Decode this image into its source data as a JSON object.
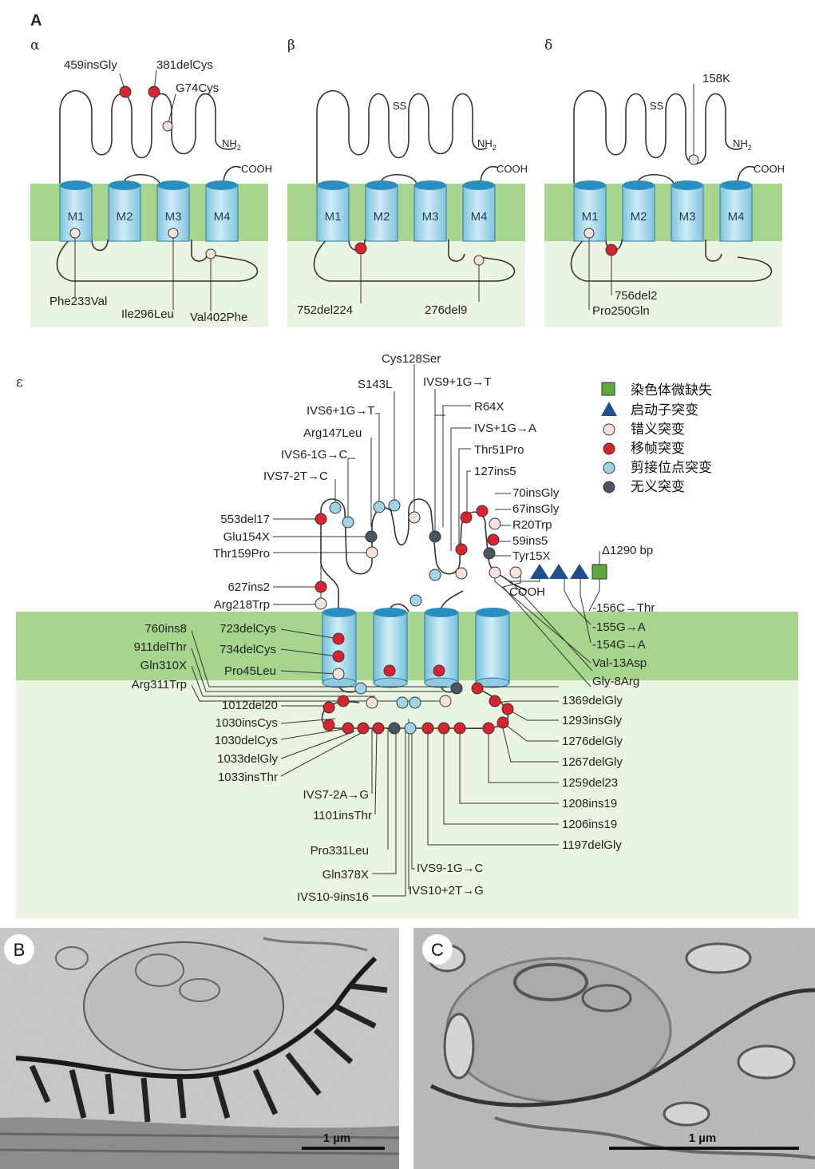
{
  "panel_A": {
    "label": "A",
    "alpha": {
      "greek": "α",
      "helices": [
        "M1",
        "M2",
        "M3",
        "M4"
      ],
      "nh2": "NH",
      "nh2_sub": "2",
      "cooh": "COOH",
      "mutations": [
        "459insGly",
        "381delCys",
        "G74Cys",
        "Phe233Val",
        "Ile296Leu",
        "Val402Phe"
      ]
    },
    "beta": {
      "greek": "β",
      "helices": [
        "M1",
        "M2",
        "M3",
        "M4"
      ],
      "ss": "SS",
      "nh2": "NH",
      "nh2_sub": "2",
      "cooh": "COOH",
      "mutations": [
        "752del224",
        "276del9"
      ]
    },
    "delta": {
      "greek": "δ",
      "helices": [
        "M1",
        "M2",
        "M3",
        "M4"
      ],
      "ss": "SS",
      "nh2": "NH",
      "nh2_sub": "2",
      "cooh": "COOH",
      "mutations": [
        "158K",
        "756del2",
        "Pro250Gln"
      ]
    }
  },
  "epsilon": {
    "greek": "ε",
    "cooh": "COOH",
    "labels_top": [
      "Cys128Ser",
      "S143L",
      "IVS9+1G→T",
      "R64X",
      "IVS6+1G→T",
      "IVS+1G→A",
      "Arg147Leu",
      "Thr51Pro",
      "IVS6-1G→C",
      "127ins5",
      "IVS7-2T→C",
      "70insGly",
      "67insGly",
      "R20Trp",
      "59ins5",
      "Tyr15X"
    ],
    "labels_left": [
      "553del17",
      "Glu154X",
      "Thr159Pro",
      "627ins2",
      "Arg218Trp",
      "760ins8",
      "911delThr",
      "Gln310X",
      "Arg311Trp",
      "723delCys",
      "734delCys",
      "Pro45Leu"
    ],
    "labels_left_bottom": [
      "1012del20",
      "1030insCys",
      "1030delCys",
      "1033delGly",
      "1033insThr",
      "IVS7-2A→G",
      "1101insThr",
      "Pro331Leu",
      "Gln378X",
      "IVS10-9ins16"
    ],
    "labels_right": [
      "-156C→Thr",
      "-155G→A",
      "-154G→A",
      "Val-13Asp",
      "Gly-8Arg",
      "1369delGly",
      "1293insGly",
      "1276delGly",
      "1267delGly",
      "1259del23",
      "1208ins19",
      "1206ins19",
      "1197delGly"
    ],
    "labels_bottom_mid": [
      "IVS9-1G→C",
      "IVS10+2T→G"
    ],
    "deletion_label": "Δ1290 bp"
  },
  "legend": {
    "items": [
      {
        "label": "染色体微缺失",
        "shape": "square",
        "color": "#5aaa3c"
      },
      {
        "label": "启动子突变",
        "shape": "triangle",
        "color": "#1f4e8c"
      },
      {
        "label": "错义突变",
        "shape": "circle",
        "color": "#f6e2d8"
      },
      {
        "label": "移帧突变",
        "shape": "circle",
        "color": "#d9232e"
      },
      {
        "label": "剪接位点突变",
        "shape": "circle",
        "color": "#9fd3e6"
      },
      {
        "label": "无义突变",
        "shape": "circle",
        "color": "#4a5560"
      }
    ]
  },
  "micrographs": {
    "B": {
      "label": "B",
      "scale": "1 µm"
    },
    "C": {
      "label": "C",
      "scale": "1 µm"
    }
  },
  "colors": {
    "membrane": "#a8d58e",
    "background_panel": "#e9f4e1",
    "cylinder": "#9fd3e6",
    "cylinder_top": "#2a8fbf",
    "frameshift": "#d9232e",
    "missense": "#f6e2d8",
    "splice": "#9fd3e6",
    "nonsense": "#4a5560",
    "promoter": "#1f4e8c",
    "deletion": "#5aaa3c"
  }
}
